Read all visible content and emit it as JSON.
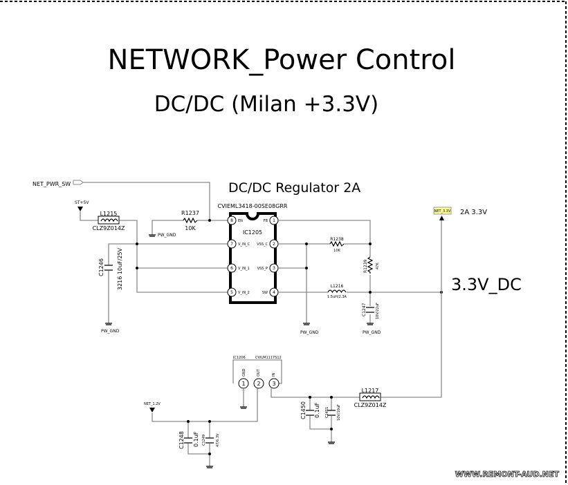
{
  "title": "NETWORK_Power Control",
  "subtitle": "DC/DC (Milan +3.3V)",
  "section_label": "DC/DC Regulator 2A",
  "net_pwr_sw": "NET_PWR_SW",
  "st5v": "ST+5V",
  "l1215": {
    "ref": "L1215",
    "value": "CLZ9Z014Z"
  },
  "r1237": {
    "ref": "R1237",
    "value": "10K"
  },
  "c1246": {
    "ref": "C1246",
    "value": "3216 10uF/25V"
  },
  "gnd": "PW_GND",
  "ic1205": {
    "ref": "IC1205",
    "part": "CVIEML3418-00SE08GRR",
    "pins": [
      {
        "n": "8",
        "name": "EN"
      },
      {
        "n": "7",
        "name": "V_IN_C"
      },
      {
        "n": "6",
        "name": "V_IN_1"
      },
      {
        "n": "5",
        "name": "V_IN_2"
      },
      {
        "n": "1",
        "name": "FB"
      },
      {
        "n": "2",
        "name": "VSS_C"
      },
      {
        "n": "3",
        "name": "VSS_P"
      },
      {
        "n": "4",
        "name": "SW"
      }
    ]
  },
  "r1238": {
    "ref": "R1238",
    "value": "10K"
  },
  "r1239": {
    "ref": "R1239",
    "value": "47K"
  },
  "l1216": {
    "ref": "L1216",
    "value": "1.5uH/2.3A"
  },
  "c1247": {
    "ref": "C1247",
    "value": "10V/22uF"
  },
  "net33": "NET_3.3V",
  "net33_note": "2A 3.3V",
  "rail": "3.3V_DC",
  "ic1206": {
    "ref": "IC1206",
    "part": "CVILM1117S12",
    "pins": [
      {
        "n": "1",
        "name": "GND"
      },
      {
        "n": "2",
        "name": "OUT"
      },
      {
        "n": "3",
        "name": "IN"
      }
    ]
  },
  "net12": "NET_1.2V",
  "c1248": {
    "ref": "C1248",
    "value": "0.1uF"
  },
  "c1249": {
    "ref": "C1249",
    "value": "47/6.3V"
  },
  "c1450": {
    "ref": "C1450",
    "value": "0.1uF"
  },
  "c1451": {
    "ref": "C1451",
    "value": "10V/10uF"
  },
  "l1217": {
    "ref": "L1217",
    "value": "CLZ9Z014Z"
  },
  "watermark": "WWW.REMONT-AUD.NET",
  "colors": {
    "net_tag": "#ffff99",
    "wire": "#8a8a8a"
  }
}
